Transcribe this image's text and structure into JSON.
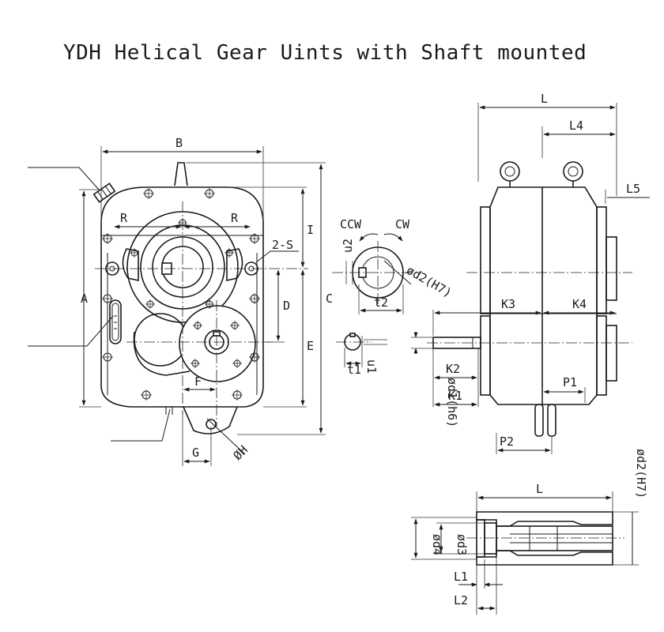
{
  "title": "YDH Helical Gear Uints with Shaft mounted",
  "front_view": {
    "B": "B",
    "R_left": "R",
    "R_right": "R",
    "two_S": "2-S",
    "A": "A",
    "I": "I",
    "C": "C",
    "D": "D",
    "E": "E",
    "F": "F",
    "G": "G",
    "H": "ØH"
  },
  "rotation": {
    "ccw": "CCW",
    "cw": "CW"
  },
  "shaft_sections": {
    "u2": "u2",
    "d2": "ød2(H7)",
    "t2": "t2",
    "t1": "t1",
    "u1": "u1"
  },
  "side_view": {
    "L": "L",
    "L4": "L4",
    "L5": "L5",
    "K3": "K3",
    "K4": "K4",
    "K2": "K2",
    "K1": "K1",
    "P1": "P1",
    "P2": "P2",
    "d1": "ød1(h6)"
  },
  "hollow_shaft": {
    "L": "L",
    "d2": "ød2(H7)",
    "d4": "ød4",
    "d3": "ød3",
    "L1": "L1",
    "L2": "L2"
  }
}
